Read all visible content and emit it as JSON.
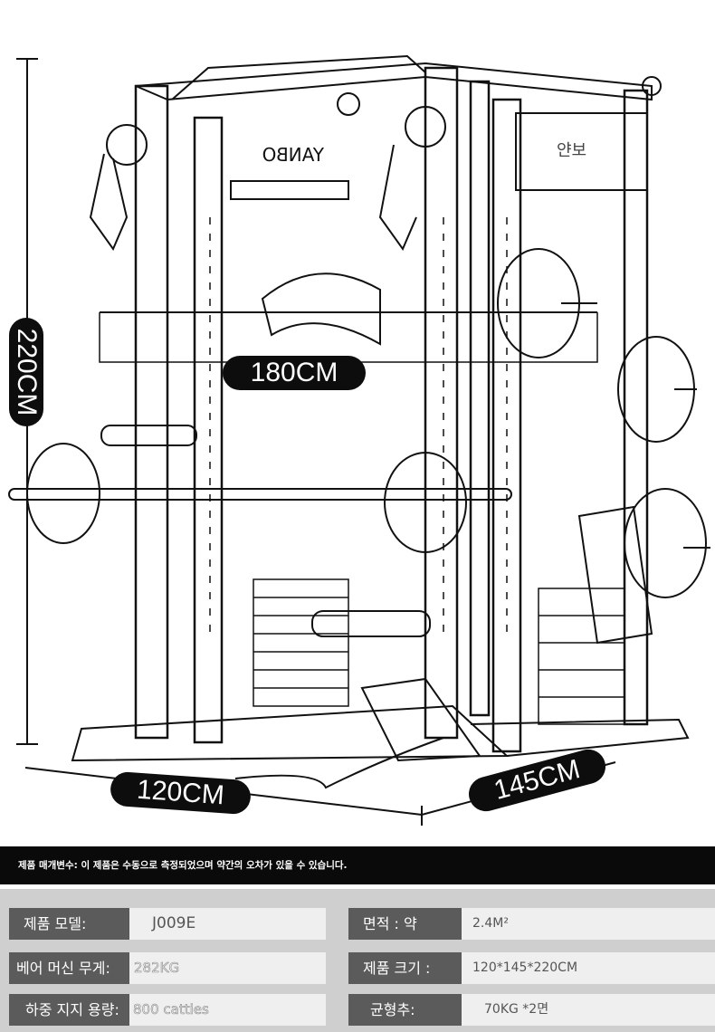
{
  "illustration": {
    "brand_mark": "YANBO",
    "panel_label": "얀보",
    "dimensions": {
      "height": "220CM",
      "width_top": "180CM",
      "depth_left": "120CM",
      "depth_right": "145CM"
    }
  },
  "banner": "제품 매개변수: 이 제품은 수동으로 측정되었으며 약간의 오차가 있을 수 있습니다.",
  "specs": [
    {
      "label": "제품 모델:",
      "value": "J009E"
    },
    {
      "label": "면적 : 약",
      "value": "2.4M²"
    },
    {
      "label": "베어 머신 무게:",
      "value": "282KG"
    },
    {
      "label": "제품 크기 :",
      "value": "120*145*220CM"
    },
    {
      "label": "하중 지지 용량:",
      "value": "800 catties"
    },
    {
      "label": "균형추:",
      "value": "70KG *2면"
    }
  ]
}
